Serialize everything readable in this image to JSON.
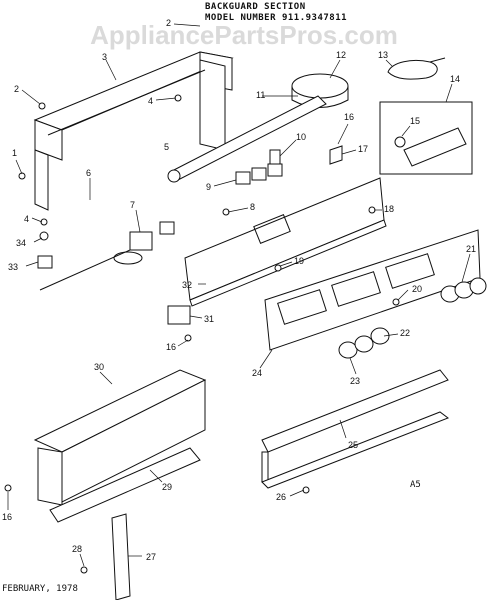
{
  "header": {
    "line1": "BACKGUARD SECTION",
    "line2": "MODEL NUMBER 911.9347811"
  },
  "watermark": "AppliancePartsPros.com",
  "footer": {
    "date": "FEBRUARY, 1978",
    "code": "A5"
  },
  "callouts": {
    "c1": "1",
    "c2": "2",
    "c2b": "2",
    "c3": "3",
    "c4": "4",
    "c4b": "4",
    "c5": "5",
    "c6": "6",
    "c7": "7",
    "c8": "8",
    "c9": "9",
    "c10": "10",
    "c11": "11",
    "c12": "12",
    "c13": "13",
    "c14": "14",
    "c15": "15",
    "c16": "16",
    "c16b": "16",
    "c16c": "16",
    "c17": "17",
    "c18": "18",
    "c19": "19",
    "c20": "20",
    "c21": "21",
    "c22": "22",
    "c23": "23",
    "c24": "24",
    "c25": "25",
    "c26": "26",
    "c27": "27",
    "c28": "28",
    "c29": "29",
    "c30": "30",
    "c31": "31",
    "c32": "32",
    "c33": "33",
    "c34": "34"
  },
  "colors": {
    "ink": "#111111",
    "paper": "#ffffff",
    "watermark": "#969696"
  }
}
